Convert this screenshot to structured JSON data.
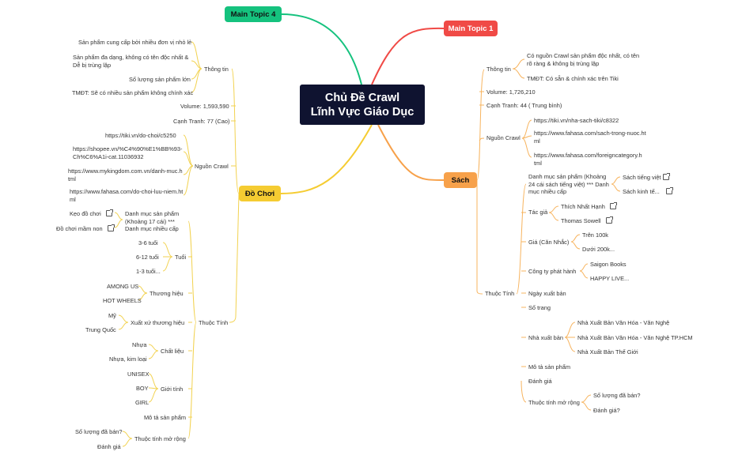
{
  "central": {
    "line1": "Chủ Đề Crawl",
    "line2": "Lĩnh Vực Giáo Dục"
  },
  "topics": {
    "main4": "Main Topic 4",
    "main1": "Main Topic 1",
    "sach": "Sách",
    "dochoi": "Đồ Chơi"
  },
  "colors": {
    "main4": "#15c27e",
    "main1": "#f04a46",
    "sach": "#f7a14a",
    "dochoi": "#f5cc32",
    "central": "#0f1330"
  },
  "sach": {
    "thongtin": "Thông tin",
    "thongtin_items": [
      "Có nguồn Crawl sản phẩm độc nhất, có tên rõ ràng & không bị trùng lặp",
      "TMĐT: Có sẵn & chính xác trên Tiki"
    ],
    "volume": "Volume: 1,726,210",
    "canhtranh": "Cạnh Tranh: 44 ( Trung bình)",
    "nguoncrawl": "Nguồn Crawl",
    "sources": [
      "https://tiki.vn/nha-sach-tiki/c8322",
      "https://www.fahasa.com/sach-trong-nuoc.html",
      "https://www.fahasa.com/foreigncategory.html"
    ],
    "thuoctinh": "Thuộc Tính",
    "danhmuc": "Danh mục sản phẩm (Khoảng 24 cái sách tiếng việt) *** Danh mục nhiều cấp",
    "danhmuc_items": [
      "Sách tiếng việt",
      "Sách kinh tế..."
    ],
    "tacgia": "Tác giả",
    "tacgia_items": [
      "Thích Nhất Hạnh",
      "Thomas Sowell"
    ],
    "gia": "Giá (Căn Nhắc)",
    "gia_items": [
      "Trên 100k",
      "Dưới 200k..."
    ],
    "congty": "Công ty phát hành",
    "congty_items": [
      "Saigon Books",
      "HAPPY LIVE..."
    ],
    "ngayxb": "Ngày xuất bản",
    "sotrang": "Số trang",
    "nxb": "Nhà xuất bản",
    "nxb_items": [
      "Nhà Xuất Bản Văn Hóa - Văn Nghệ",
      "Nhà Xuất Bản Văn Hóa - Văn Nghệ TP.HCM",
      "Nhà Xuất Bản Thế Giới"
    ],
    "mota": "Mô tả sản phẩm",
    "danhgia": "Đánh giá",
    "morong": "Thuộc tính mở rộng",
    "morong_items": [
      "Số lượng đã bán?",
      "Đánh giá?"
    ]
  },
  "dochoi": {
    "thongtin": "Thông tin",
    "thongtin_items": [
      "Sản phẩm cung cấp bởi nhiều đơn vị nhỏ lẻ",
      "Sản phẩm đa dạng, không có tên độc nhất & Dễ bị trùng lặp",
      "Số lượng sản phẩm lớn",
      "TMĐT: Sẽ có nhiều sản phẩm không chính xác"
    ],
    "volume": "Volume: 1,593,590",
    "canhtranh": "Cạnh Tranh: 77 (Cao)",
    "nguoncrawl": "Nguồn Crawl",
    "sources": [
      "https://tiki.vn/do-choi/c5250",
      "https://shopee.vn/%C4%90%E1%BB%93-Ch%C6%A1i-cat.11036932",
      "https://www.mykingdom.com.vn/danh-muc.html",
      "https://www.fahasa.com/do-choi-luu-niem.html"
    ],
    "thuoctinh": "Thuộc Tính",
    "danhmuc": "Danh mục sản phẩm (Khoảng 17 cái) *** Danh mục nhiều cấp",
    "danhmuc_items": [
      "Kẹo đồ chơi",
      "Đồ chơi mầm non"
    ],
    "tuoi": "Tuổi",
    "tuoi_items": [
      "3-6 tuổi",
      "6-12 tuổi",
      "1-3 tuổi..."
    ],
    "thuonghieu": "Thương hiệu",
    "thuonghieu_items": [
      "AMONG US",
      "HOT WHEELS"
    ],
    "xuatxu": "Xuất xứ thương hiệu",
    "xuatxu_items": [
      "Mỹ",
      "Trung Quốc"
    ],
    "chatlieu": "Chất liệu",
    "chatlieu_items": [
      "Nhựa",
      "Nhựa, kim loại"
    ],
    "gioitinh": "Giới tính",
    "gioitinh_items": [
      "UNISEX",
      "BOY",
      "GIRL"
    ],
    "mota": "Mô tả sản phẩm",
    "morong": "Thuộc tính mở rộng",
    "morong_items": [
      "Số lượng đã bán?",
      "Đánh giá"
    ]
  }
}
